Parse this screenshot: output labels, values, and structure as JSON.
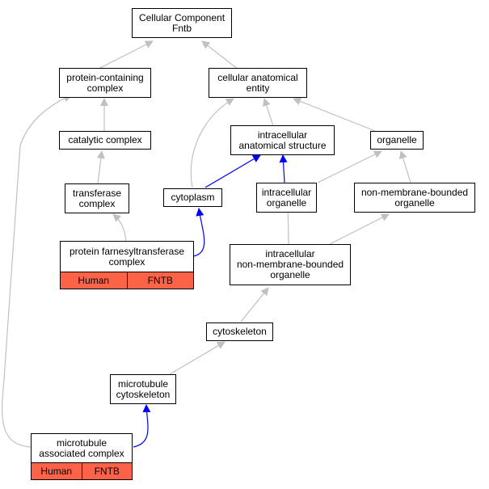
{
  "diagram": {
    "colors": {
      "is_a_edge": "#c0c0c0",
      "part_of_edge": "#0000ff",
      "annotation_cell": "#ff6347"
    },
    "nodes": {
      "root": "Cellular Component\nFntb",
      "protein_containing_complex": "protein-containing\ncomplex",
      "cellular_anatomical_entity": "cellular anatomical\nentity",
      "catalytic_complex": "catalytic complex",
      "intracellular_anatomical_structure": "intracellular\nanatomical structure",
      "organelle": "organelle",
      "transferase_complex": "transferase\ncomplex",
      "cytoplasm": "cytoplasm",
      "intracellular_organelle": "intracellular\norganelle",
      "non_membrane_bounded_organelle": "non-membrane-bounded\norganelle",
      "protein_farnesyltransferase_complex": {
        "title": "protein farnesyltransferase\ncomplex",
        "species": "Human",
        "gene": "FNTB"
      },
      "intracellular_nmbo": "intracellular\nnon-membrane-bounded\norganelle",
      "cytoskeleton": "cytoskeleton",
      "microtubule_cytoskeleton": "microtubule\ncytoskeleton",
      "microtubule_associated_complex": {
        "title": "microtubule\nassociated complex",
        "species": "Human",
        "gene": "FNTB"
      }
    }
  }
}
